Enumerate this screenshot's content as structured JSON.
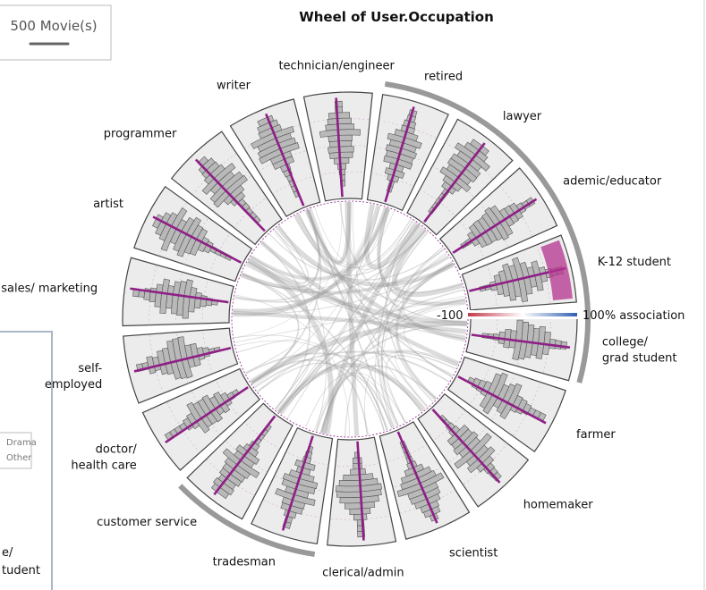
{
  "chart_data": {
    "type": "radial-histogram-wheel",
    "title": "Wheel of User.Occupation",
    "movie_count": "500 Movie(s)",
    "legend": {
      "min_label": "-100",
      "max_label": "100% association",
      "color_negative": "#c23a4c",
      "color_positive": "#2f5fb0"
    },
    "side_panel": {
      "items": [
        "Drama",
        "Other"
      ],
      "bottom_label_lines": [
        "e/",
        "tudent"
      ]
    },
    "sectors": [
      {
        "name": "college/ grad student",
        "label_lines": [
          "college/",
          "grad student"
        ],
        "highlight": "none"
      },
      {
        "name": "farmer",
        "label_lines": [
          "farmer"
        ],
        "highlight": "none"
      },
      {
        "name": "homemaker",
        "label_lines": [
          "homemaker"
        ],
        "highlight": "none"
      },
      {
        "name": "scientist",
        "label_lines": [
          "scientist"
        ],
        "highlight": "none"
      },
      {
        "name": "clerical/admin",
        "label_lines": [
          "clerical/admin"
        ],
        "highlight": "none"
      },
      {
        "name": "tradesman",
        "label_lines": [
          "tradesman"
        ],
        "highlight": "none"
      },
      {
        "name": "customer service",
        "label_lines": [
          "customer service"
        ],
        "highlight": "none"
      },
      {
        "name": "doctor/ health care",
        "label_lines": [
          "doctor/",
          "health care"
        ],
        "highlight": "none"
      },
      {
        "name": "self-employed",
        "label_lines": [
          "self-",
          "employed"
        ],
        "highlight": "none"
      },
      {
        "name": "sales/ marketing",
        "label_lines": [
          "sales/ marketing"
        ],
        "highlight": "none"
      },
      {
        "name": "artist",
        "label_lines": [
          "artist"
        ],
        "highlight": "none"
      },
      {
        "name": "programmer",
        "label_lines": [
          "programmer"
        ],
        "highlight": "none"
      },
      {
        "name": "writer",
        "label_lines": [
          "writer"
        ],
        "highlight": "none"
      },
      {
        "name": "technician/engineer",
        "label_lines": [
          "technician/engineer"
        ],
        "highlight": "none"
      },
      {
        "name": "retired",
        "label_lines": [
          "retired"
        ],
        "highlight": "none"
      },
      {
        "name": "lawyer",
        "label_lines": [
          "lawyer"
        ],
        "highlight": "none"
      },
      {
        "name": "academic/educator",
        "label_lines": [
          "ademic/educator"
        ],
        "highlight": "none"
      },
      {
        "name": "K-12 student",
        "label_lines": [
          "K-12 student"
        ],
        "highlight": "positive"
      }
    ],
    "colors": {
      "bar_fill": "#b9b9b9",
      "bar_stroke": "#555555",
      "sector_fill": "#ececec",
      "mean_line": "#8e1f86",
      "chord": "#9a9a9a",
      "highlight": "#b5338f"
    }
  }
}
